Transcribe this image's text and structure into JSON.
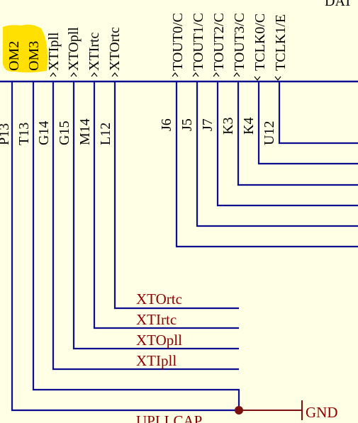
{
  "colors": {
    "background": "#ffffe6",
    "bus": "#0d0d91",
    "wire": "#0d0d91",
    "pin_text": "#000000",
    "net_label": "#8b0000",
    "highlight": "#ffe000",
    "junction": "#7a1010"
  },
  "top_right_text": "DAT",
  "vertical_pins": [
    {
      "id": "om2",
      "name": "OM2",
      "highlight": true
    },
    {
      "id": "om3",
      "name": "OM3",
      "highlight": true
    },
    {
      "id": "xtipll",
      "name": "XTIpll",
      "highlight": false
    },
    {
      "id": "xtopll",
      "name": "XTOpll",
      "highlight": false
    },
    {
      "id": "xtirtc",
      "name": "XTIrtc",
      "highlight": false
    },
    {
      "id": "xtortc",
      "name": "XTOrtc",
      "highlight": false
    },
    {
      "id": "tout0",
      "name": "TOUT0/C",
      "highlight": false
    },
    {
      "id": "tout1",
      "name": "TOUT1/C",
      "highlight": false
    },
    {
      "id": "tout2",
      "name": "TOUT2/C",
      "highlight": false
    },
    {
      "id": "tout3",
      "name": "TOUT3/C",
      "highlight": false
    },
    {
      "id": "tclk0",
      "name": "TCLK0/C",
      "highlight": false
    },
    {
      "id": "tclk1",
      "name": "TCLK1/E",
      "highlight": false
    }
  ],
  "ball_numbers": [
    {
      "id": "p13",
      "label": "P13"
    },
    {
      "id": "t13",
      "label": "T13"
    },
    {
      "id": "g14",
      "label": "G14"
    },
    {
      "id": "g15",
      "label": "G15"
    },
    {
      "id": "m14",
      "label": "M14"
    },
    {
      "id": "l12",
      "label": "L12"
    },
    {
      "id": "j6",
      "label": "J6"
    },
    {
      "id": "j5",
      "label": "J5"
    },
    {
      "id": "j7",
      "label": "J7"
    },
    {
      "id": "k3",
      "label": "K3"
    },
    {
      "id": "k4",
      "label": "K4"
    },
    {
      "id": "u12",
      "label": "U12"
    }
  ],
  "net_labels": [
    {
      "id": "xtortc",
      "label": "XTOrtc"
    },
    {
      "id": "xtirtc",
      "label": "XTIrtc"
    },
    {
      "id": "xtopll",
      "label": "XTOpll"
    },
    {
      "id": "xtipll",
      "label": "XTIpll"
    },
    {
      "id": "upllcap",
      "label": "UPLLCAP"
    }
  ],
  "gnd_label": "GND"
}
